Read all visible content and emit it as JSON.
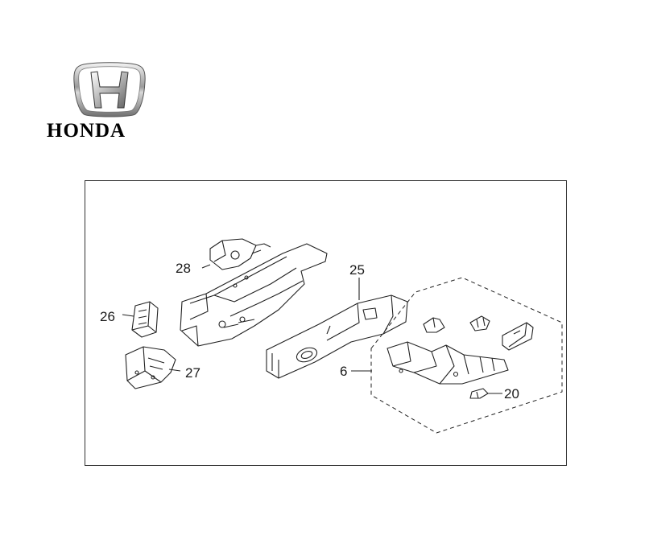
{
  "brand": {
    "name": "HONDA"
  },
  "diagram": {
    "callouts": {
      "p28": "28",
      "p25": "25",
      "p26": "26",
      "p6": "6",
      "p27": "27",
      "p20": "20"
    }
  }
}
